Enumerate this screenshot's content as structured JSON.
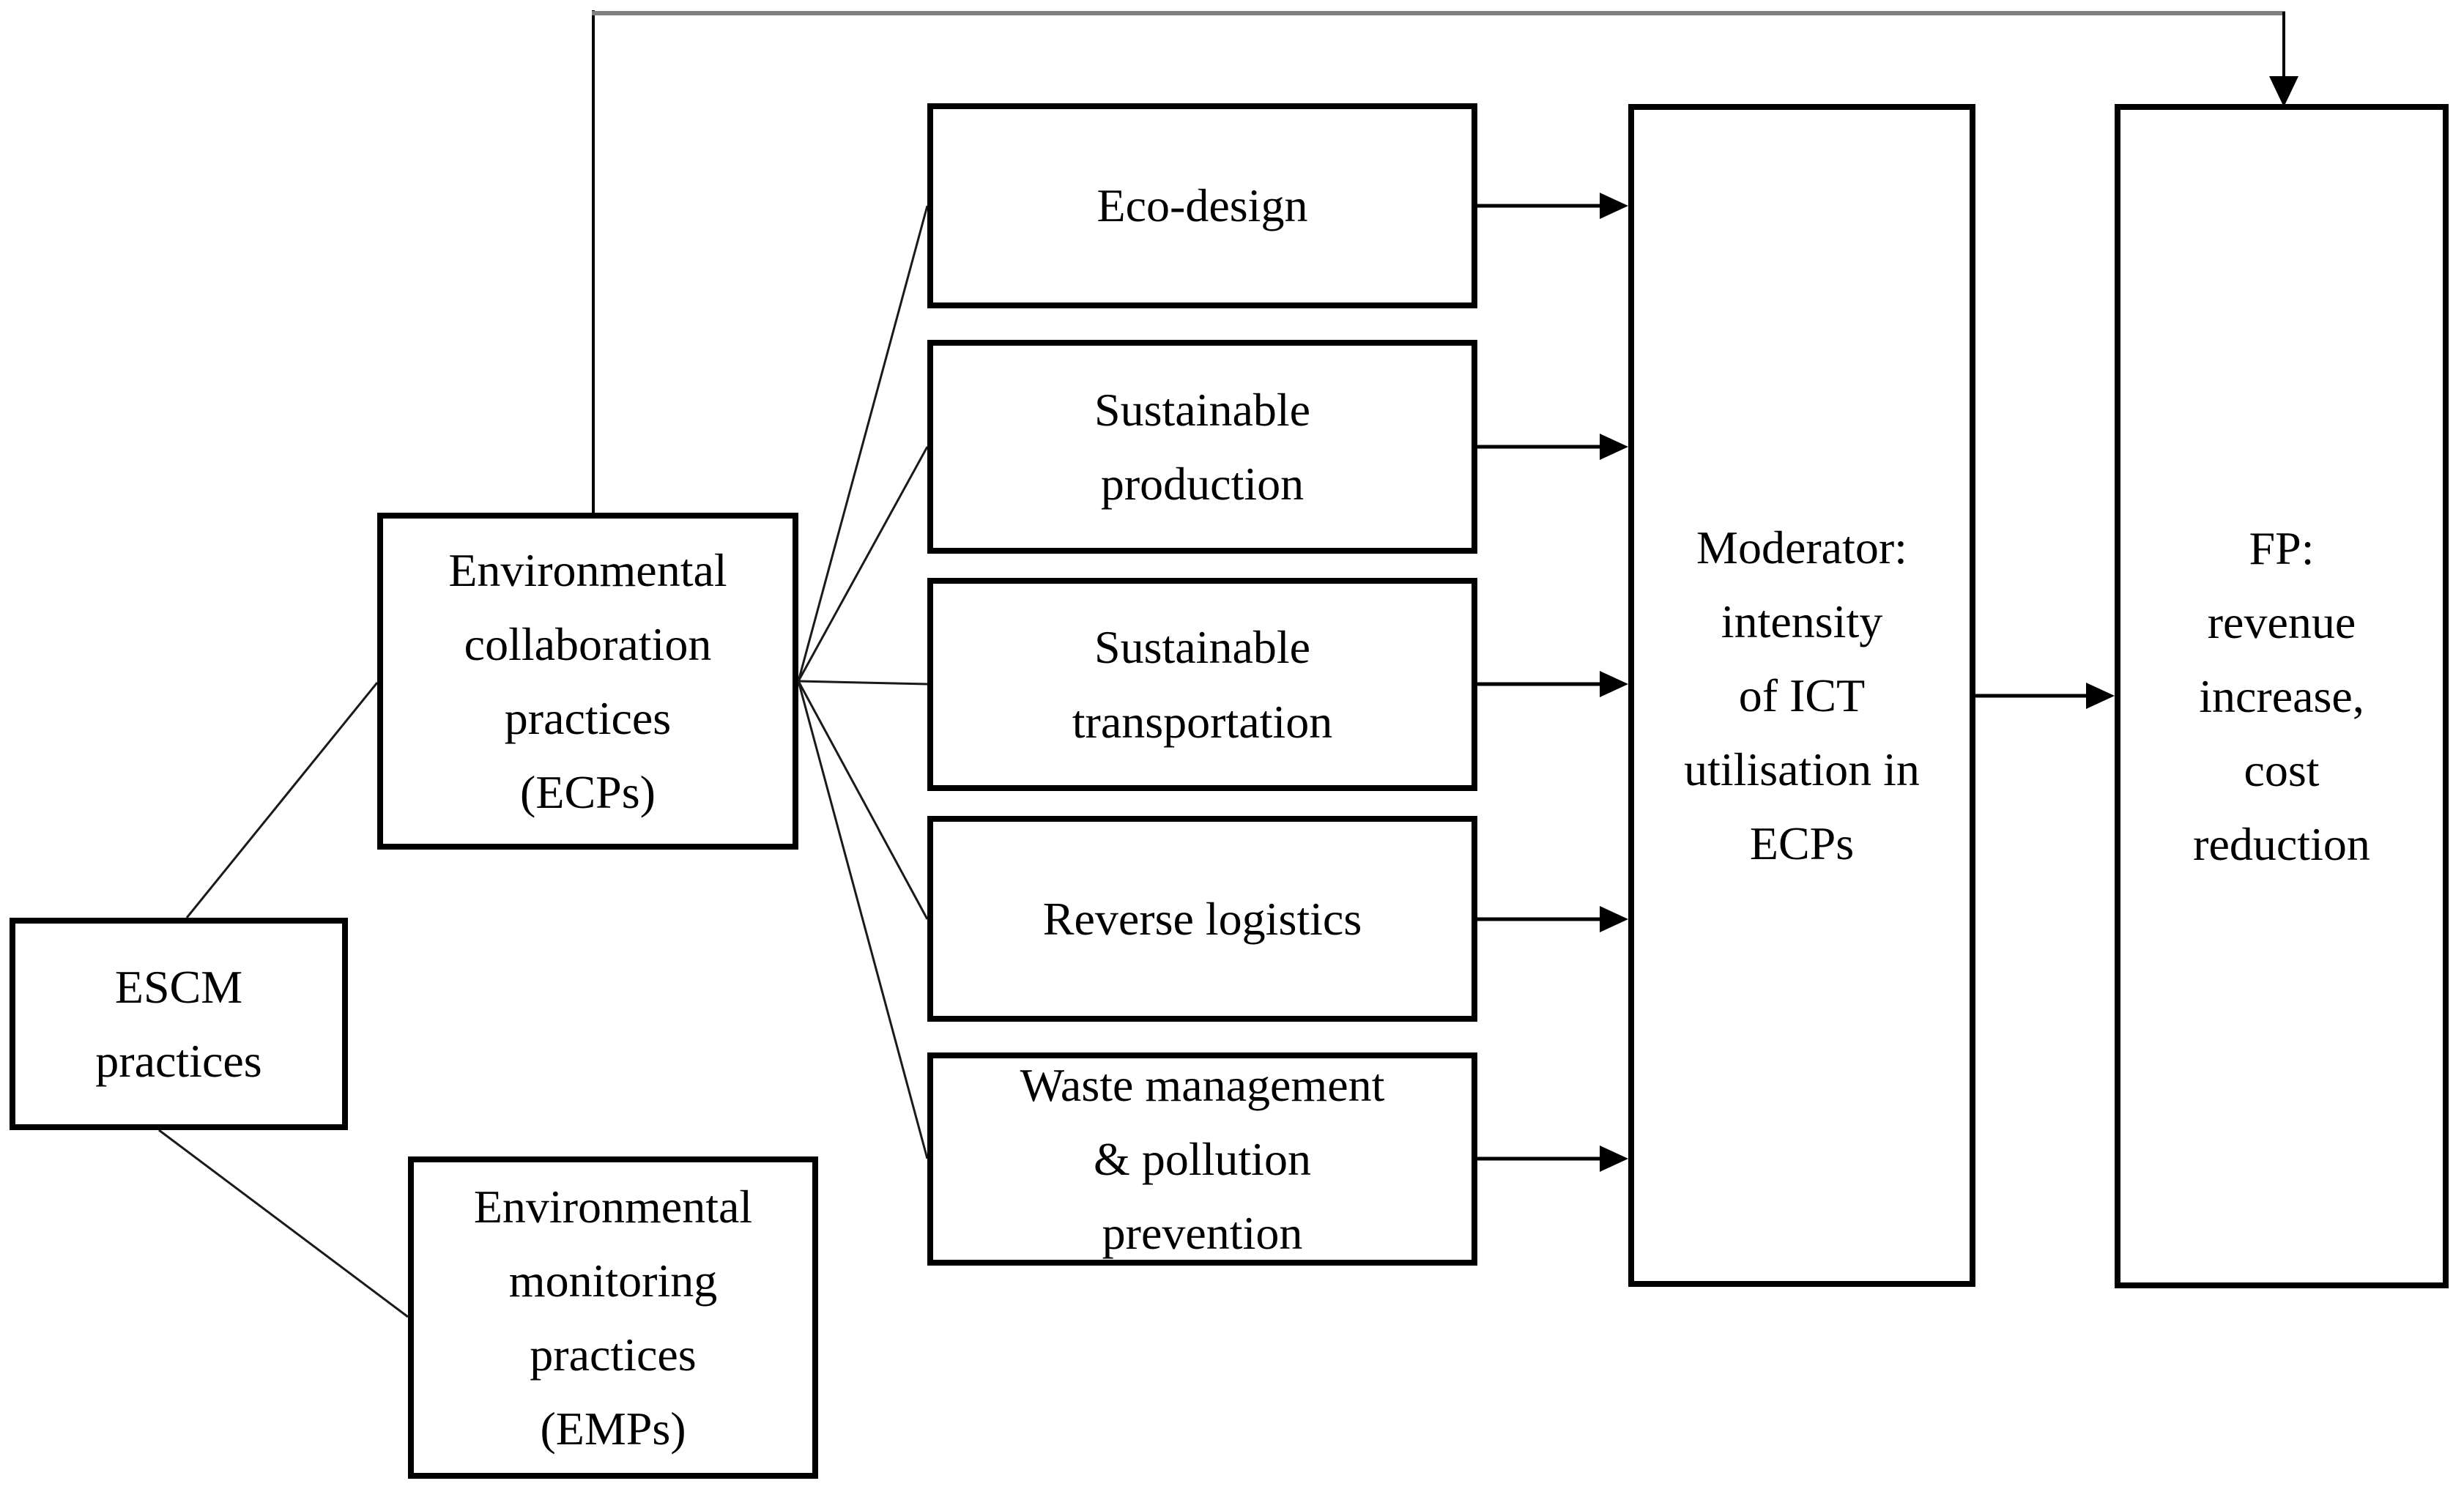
{
  "figure": {
    "type": "conceptual-research-model-diagram",
    "background_color": "#ffffff",
    "border_color": "#000000",
    "text_color": "#000000",
    "connector_color": "#000000",
    "feedback_line_color": "#808080",
    "boxes": {
      "escm": {
        "label": "ESCM\npractices"
      },
      "ecps": {
        "label": "Environmental\ncollaboration\npractices\n(ECPs)"
      },
      "emps": {
        "label": "Environmental\nmonitoring\npractices\n(EMPs)"
      },
      "eco_design": {
        "label": "Eco-design"
      },
      "sustainable_production": {
        "label": "Sustainable\nproduction"
      },
      "sustainable_transportation": {
        "label": "Sustainable\ntransportation"
      },
      "reverse_logistics": {
        "label": "Reverse logistics"
      },
      "waste_management": {
        "label": "Waste management\n& pollution\nprevention"
      },
      "moderator": {
        "label": "Moderator:\nintensity\nof ICT\nutilisation in\nECPs"
      },
      "fp": {
        "label": "FP:\nrevenue\nincrease,\ncost\nreduction"
      }
    },
    "relations": [
      "ESCM practices — Environmental collaboration practices (ECPs)",
      "ESCM practices — Environmental monitoring practices (EMPs)",
      "ECPs — Eco-design",
      "ECPs — Sustainable production",
      "ECPs — Sustainable transportation",
      "ECPs — Reverse logistics",
      "ECPs — Waste management & pollution prevention",
      "Eco-design → Moderator",
      "Sustainable production → Moderator",
      "Sustainable transportation → Moderator",
      "Reverse logistics → Moderator",
      "Waste management & pollution prevention → Moderator",
      "Moderator → FP",
      "ECPs → FP (top feedback path)"
    ]
  }
}
